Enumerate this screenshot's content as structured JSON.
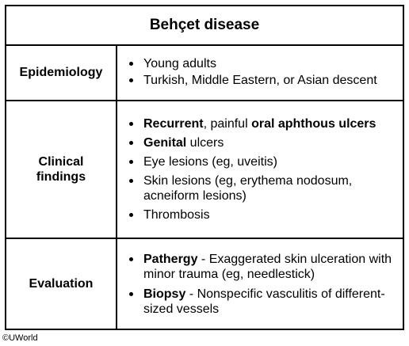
{
  "title": "Behçet disease",
  "rows": [
    {
      "label": [
        "Epidemiology"
      ],
      "items": [
        [
          {
            "t": "Young adults",
            "b": false
          }
        ],
        [
          {
            "t": "Turkish, Middle Eastern, or Asian descent",
            "b": false
          }
        ]
      ]
    },
    {
      "label": [
        "Clinical",
        "findings"
      ],
      "items": [
        [
          {
            "t": "Recurrent",
            "b": true
          },
          {
            "t": ", painful ",
            "b": false
          },
          {
            "t": "oral aphthous ulcers",
            "b": true
          }
        ],
        [
          {
            "t": "Genital",
            "b": true
          },
          {
            "t": " ulcers",
            "b": false
          }
        ],
        [
          {
            "t": "Eye lesions (eg, uveitis)",
            "b": false
          }
        ],
        [
          {
            "t": "Skin lesions (eg, erythema nodosum, acneiform lesions)",
            "b": false
          }
        ],
        [
          {
            "t": "Thrombosis",
            "b": false
          }
        ]
      ]
    },
    {
      "label": [
        "Evaluation"
      ],
      "items": [
        [
          {
            "t": "Pathergy",
            "b": true
          },
          {
            "t": " - Exaggerated skin ulceration with minor trauma (eg, needlestick)",
            "b": false
          }
        ],
        [
          {
            "t": "Biopsy",
            "b": true
          },
          {
            "t": " - Nonspecific vasculitis of different-sized vessels",
            "b": false
          }
        ]
      ]
    }
  ],
  "copyright": "©UWorld"
}
